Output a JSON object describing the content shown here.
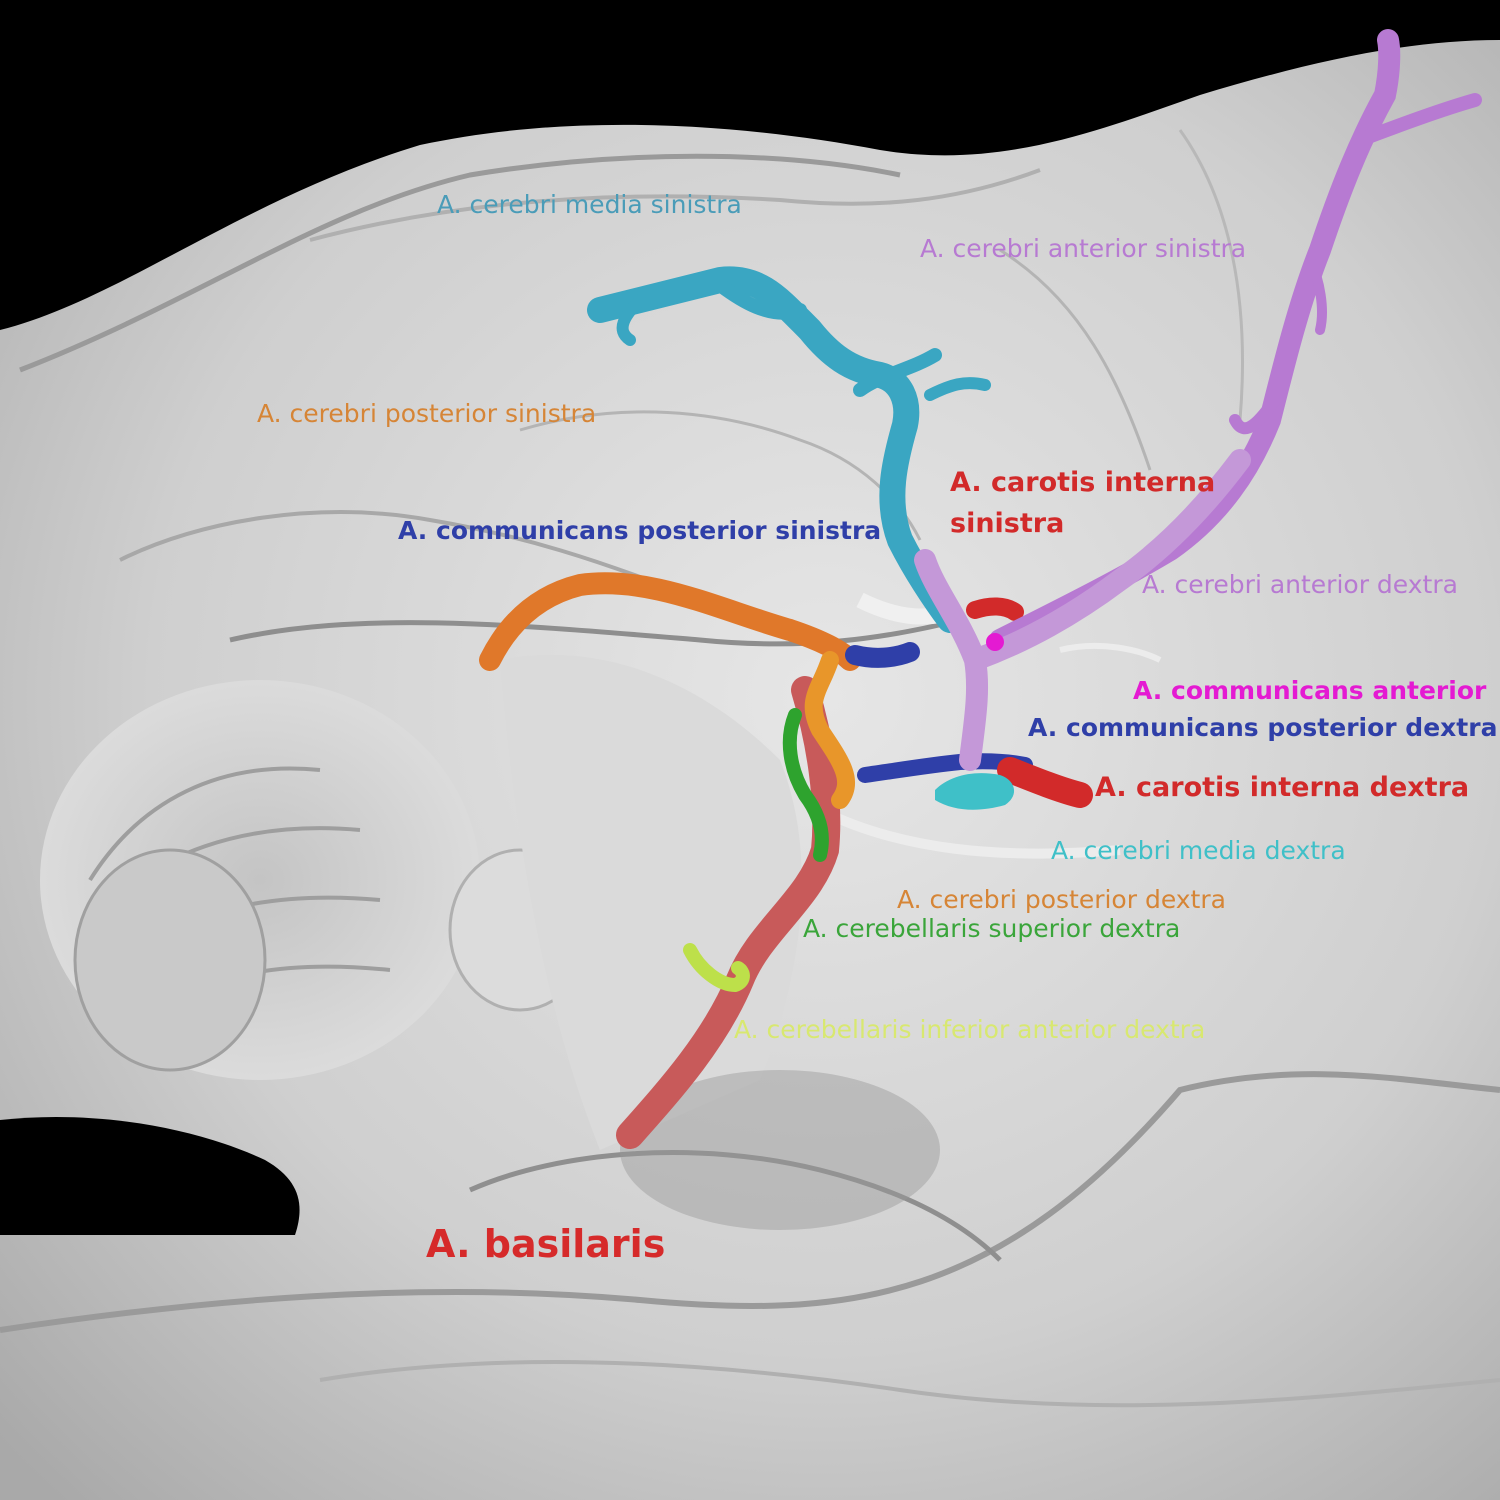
{
  "colors": {
    "background": "#000000",
    "tissue": "#d4d4d4",
    "cerebri_media": "#3aa6c2",
    "cerebri_media_label_sinistra": "#4a9cb8",
    "cerebri_media_label_dextra": "#3fc0c8",
    "cerebri_anterior": "#b77ad2",
    "cerebri_anterior_label": "#b77ad2",
    "cerebri_posterior": "#e0782a",
    "cerebri_posterior_label": "#d68536",
    "communicans_posterior": "#2f3fa8",
    "communicans_anterior": "#e41ad2",
    "carotis_interna": "#d22a2a",
    "basilaris": "#c85a5a",
    "basilaris_label": "#d62a2a",
    "cerebellaris_superior": "#2ea32e",
    "cerebellaris_superior_label": "#3aa53a",
    "cerebellaris_inferior_anterior": "#bde04a",
    "cerebellaris_inferior_anterior_label": "#d8e870"
  },
  "labels": {
    "cerebri_media_sinistra": "A. cerebri media sinistra",
    "cerebri_anterior_sinistra": "A. cerebri anterior sinistra",
    "cerebri_posterior_sinistra": "A. cerebri posterior sinistra",
    "carotis_interna_sinistra_line1": "A. carotis interna",
    "carotis_interna_sinistra_line2": "sinistra",
    "communicans_posterior_sinistra": "A. communicans posterior sinistra",
    "cerebri_anterior_dextra": "A. cerebri anterior dextra",
    "communicans_anterior": "A. communicans anterior",
    "communicans_posterior_dextra": "A. communicans posterior dextra",
    "carotis_interna_dextra": "A. carotis interna dextra",
    "cerebri_media_dextra": "A. cerebri media dextra",
    "cerebri_posterior_dextra": "A. cerebri posterior dextra",
    "cerebellaris_superior_dextra": "A. cerebellaris superior dextra",
    "cerebellaris_inferior_anterior_dextra": "A. cerebellaris inferior anterior dextra",
    "basilaris": "A. basilaris"
  }
}
